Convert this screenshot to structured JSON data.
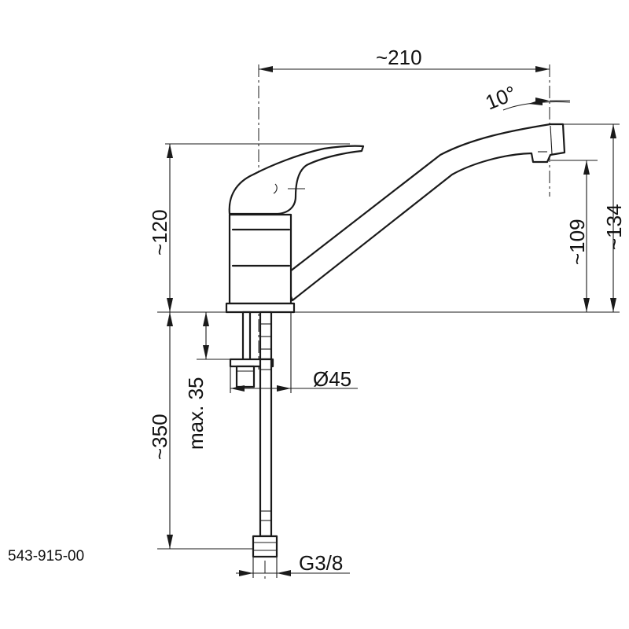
{
  "drawing": {
    "product_code": "543-915-00",
    "dimensions": {
      "spout_reach": "~210",
      "spout_angle": "10°",
      "body_height": "~120",
      "total_height": "~134",
      "spout_outlet_height": "~109",
      "hose_length": "~350",
      "max_deck_thickness": "max. 35",
      "mounting_hole_diameter": "Ø45",
      "hose_thread": "G3/8"
    }
  }
}
